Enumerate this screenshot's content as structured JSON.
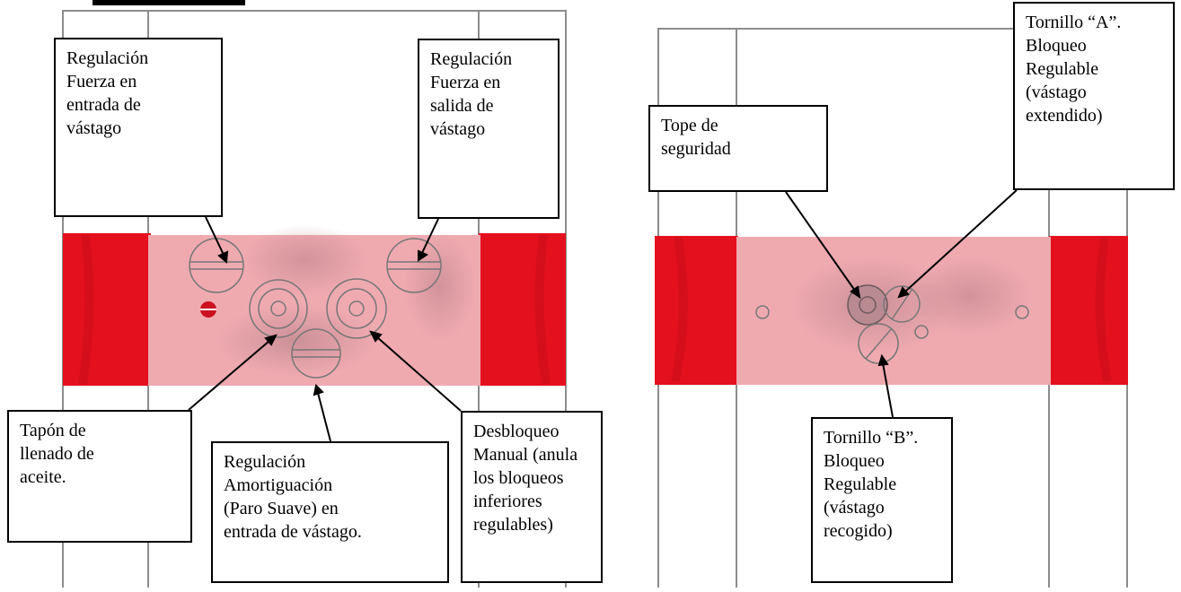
{
  "left_diagram": {
    "callouts": {
      "force_in": "Regulación\nFuerza en\nentrada de\nvástago",
      "force_out": "Regulación\nFuerza en\nsalida de\nvástago",
      "oil_plug": "Tapón de\nllenado de\naceite.",
      "damping": "Regulación\nAmortiguación\n(Paro Suave) en\nentrada de vástago.",
      "manual_release": "Desbloqueo\nManual (anula\nlos bloqueos\ninferiores\nregulables)"
    }
  },
  "right_diagram": {
    "callouts": {
      "safety_stop": "Tope de\nseguridad",
      "screw_a": "Tornillo “A”.\nBloqueo\nRegulable\n(vástago\nextendido)",
      "screw_b": "Tornillo “B”.\nBloqueo\nRegulable\n(vástago\nrecogido)"
    }
  },
  "colors": {
    "end_block_red": "#e5101e",
    "body_pink": "#efaab0",
    "plug_red": "#cc1020",
    "frame_line": "#8c8c8c"
  }
}
